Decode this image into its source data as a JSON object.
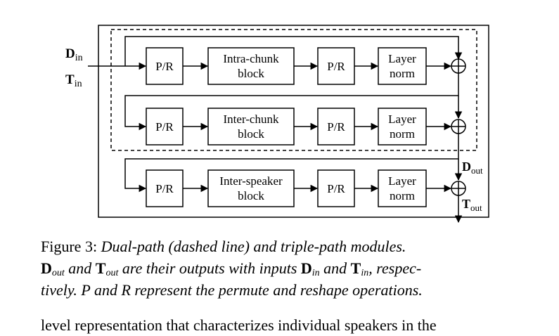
{
  "diagram": {
    "inputs": {
      "d_main": "D",
      "d_sub": "in",
      "t_main": "T",
      "t_sub": "in"
    },
    "outputs": {
      "d_main": "D",
      "d_sub": "out",
      "t_main": "T",
      "t_sub": "out"
    },
    "rows": [
      {
        "pr1": "P/R",
        "block_line1": "Intra-chunk",
        "block_line2": "block",
        "pr2": "P/R",
        "norm_line1": "Layer",
        "norm_line2": "norm"
      },
      {
        "pr1": "P/R",
        "block_line1": "Inter-chunk",
        "block_line2": "block",
        "pr2": "P/R",
        "norm_line1": "Layer",
        "norm_line2": "norm"
      },
      {
        "pr1": "P/R",
        "block_line1": "Inter-speaker",
        "block_line2": "block",
        "pr2": "P/R",
        "norm_line1": "Layer",
        "norm_line2": "norm"
      }
    ]
  },
  "caption": {
    "label": "Figure 3:",
    "part1": "Dual-path (dashed line) and triple-path modules.",
    "d_out_main": "D",
    "d_out_sub": "out",
    "and1": "and",
    "t_out_main": "T",
    "t_out_sub": "out",
    "part2": "are their outputs with inputs",
    "d_in_main": "D",
    "d_in_sub": "in",
    "and2": "and",
    "t_in_main": "T",
    "t_in_sub": "in",
    "part3": ", respec-",
    "line3": "tively. P and R represent the permute and reshape operations."
  },
  "bottom_text": "level representation that characterizes individual speakers in the"
}
